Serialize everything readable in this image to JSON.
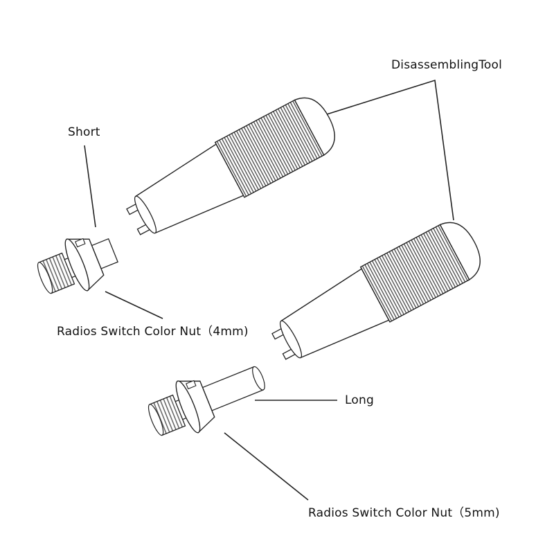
{
  "labels": {
    "tool": "DisassemblingTool",
    "short": "Short",
    "nut4": "Radios Switch Color Nut（4mm)",
    "long": "Long",
    "nut5": "Radios Switch Color Nut（5mm)"
  },
  "colors": {
    "line": "#222222",
    "knurl": "#555555",
    "fill": "#ffffff"
  }
}
